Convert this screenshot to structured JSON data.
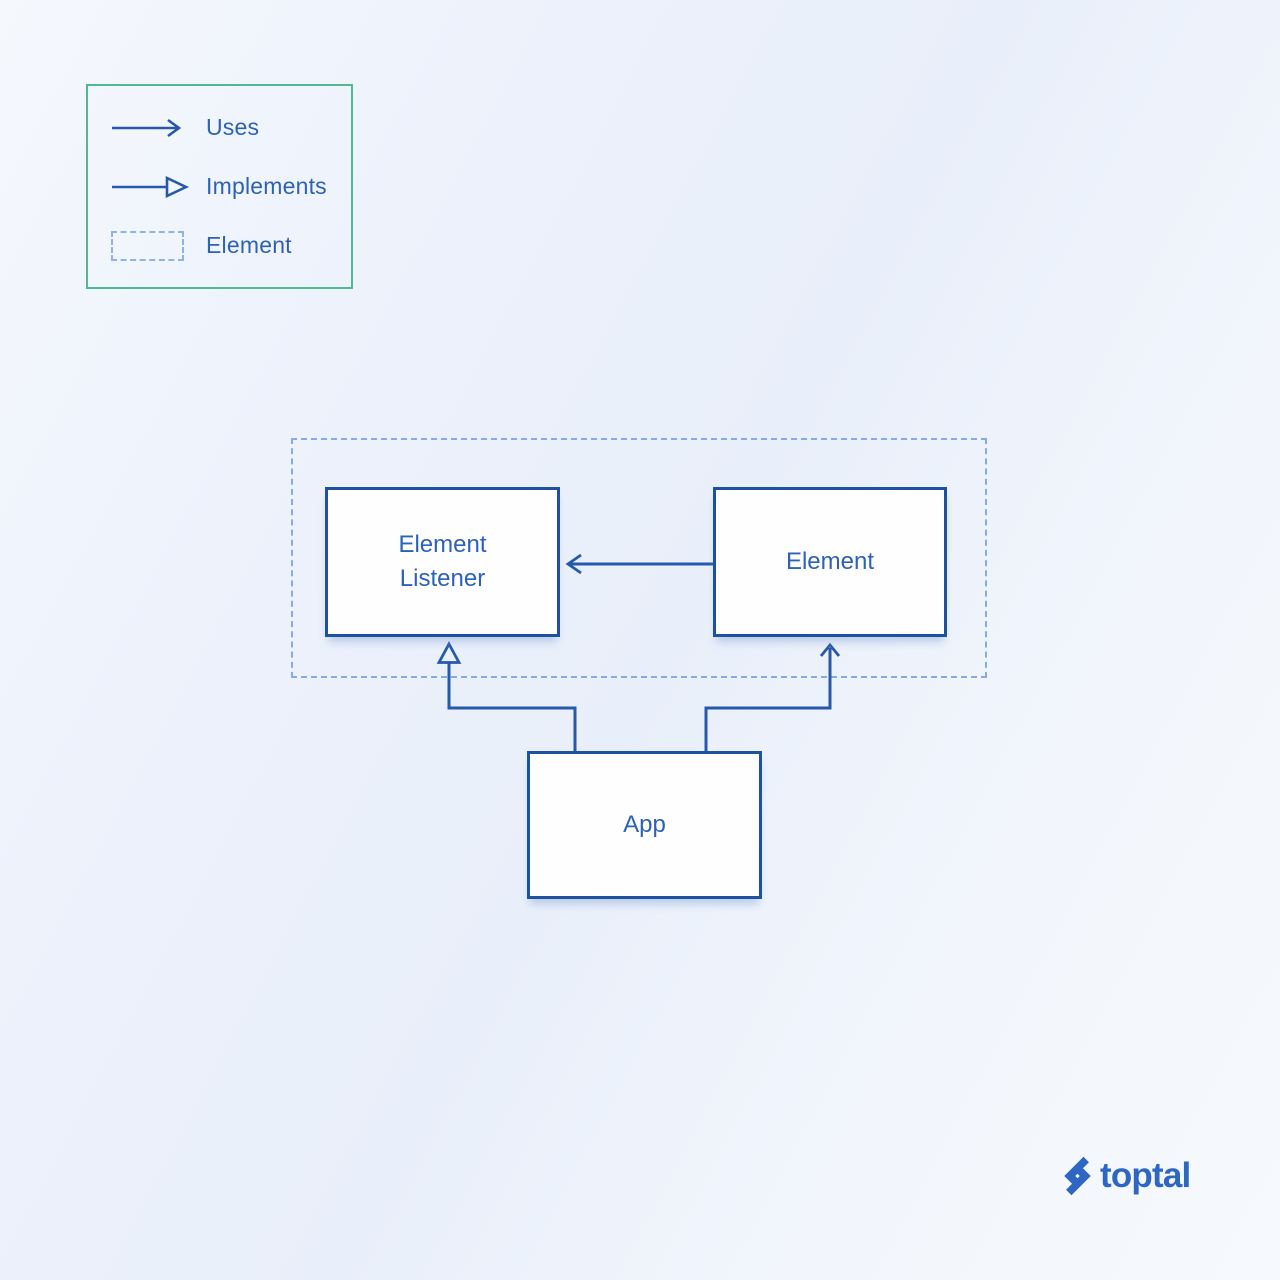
{
  "page": {
    "type": "architecture-diagram"
  },
  "legend": {
    "items": [
      {
        "icon": "uses-arrow-icon",
        "label": "Uses"
      },
      {
        "icon": "implements-arrow-icon",
        "label": "Implements"
      },
      {
        "icon": "element-dashed-box-icon",
        "label": "Element"
      }
    ]
  },
  "diagram": {
    "boundary": "dashed-element-group",
    "nodes": [
      {
        "id": "element-listener",
        "label": "Element Listener"
      },
      {
        "id": "element",
        "label": "Element"
      },
      {
        "id": "app",
        "label": "App"
      }
    ],
    "edges": [
      {
        "from": "Element",
        "to": "Element Listener",
        "type": "uses"
      },
      {
        "from": "App",
        "to": "Element Listener",
        "type": "implements"
      },
      {
        "from": "App",
        "to": "Element",
        "type": "uses"
      }
    ]
  },
  "branding": {
    "logo_text": "toptal",
    "logo_icon": "toptal-mark-icon"
  },
  "colors": {
    "legend_border_green": "#4eba92",
    "line_blue": "#2659ab",
    "node_border_blue": "#1e519f",
    "text_blue": "#2d62ba",
    "dashed_blue": "#86abe3",
    "brand_blue": "#2e66c4",
    "background": "#eef3fb"
  }
}
